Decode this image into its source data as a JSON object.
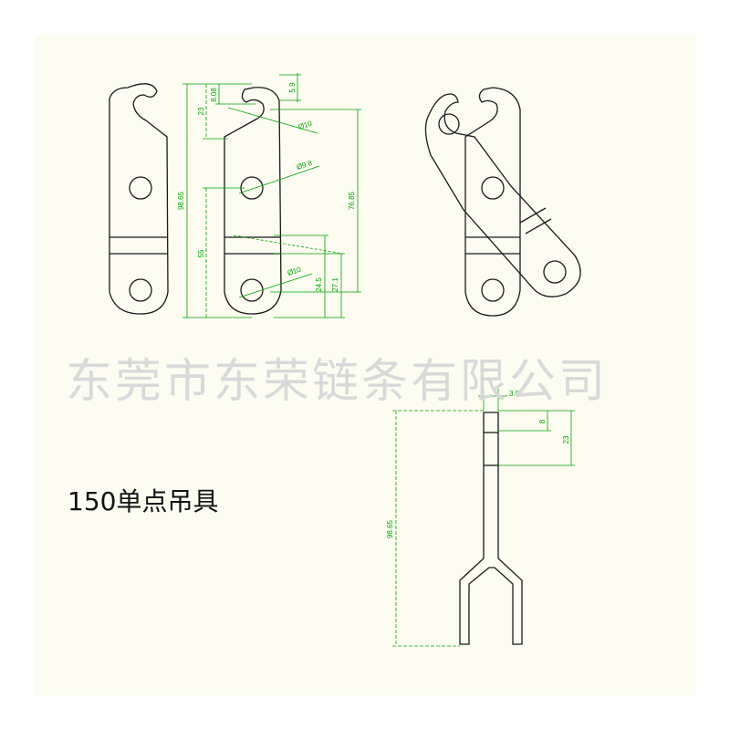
{
  "watermark": "东莞市东荣链条有限公司",
  "part_title": "150单点吊具",
  "dimensions": {
    "overall_height": "98.65",
    "hook_slot": "8.08",
    "hook_depth": "23",
    "tip_width": "5.9",
    "hole_top_dia": "Ø10",
    "hole_mid_dia": "Ø9.8",
    "hole_bottom_dia": "Ø10",
    "mid_to_bottom": "55",
    "bottom_a": "24.5",
    "bottom_b": "27.1",
    "span": "76.85",
    "side_thickness": "3.85",
    "side_slot": "8",
    "side_depth": "23",
    "side_height": "98.65"
  },
  "colors": {
    "outline": "#1a1a1a",
    "dimension": "#00a000",
    "background": "#fdfcf1",
    "watermark": "#d9d9d9"
  }
}
